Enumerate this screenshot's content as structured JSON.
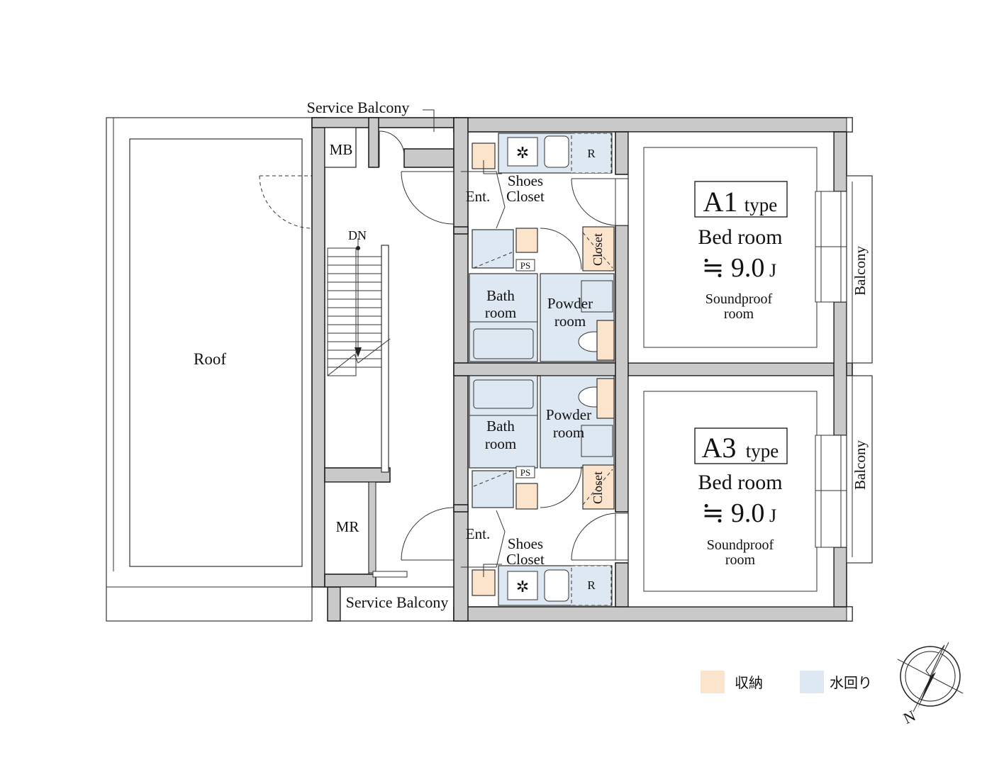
{
  "labels": {
    "service_balcony_top": "Service Balcony",
    "service_balcony_bottom": "Service Balcony",
    "mb": "MB",
    "mr": "MR",
    "dn": "DN",
    "roof": "Roof",
    "ent": "Ent.",
    "shoes": "Shoes",
    "closet_word": "Closet",
    "r": "R",
    "ps": "PS",
    "closet_vertical": "Closet",
    "bath1": "Bath",
    "bath2": "room",
    "powder1": "Powder",
    "powder2": "room",
    "bed_room": "Bed room",
    "area": "≒ 9.0",
    "area_unit": "J",
    "soundproof1": "Soundproof",
    "soundproof2": "room",
    "balcony": "Balcony"
  },
  "units": [
    {
      "type_code": "A1",
      "type_word": "type"
    },
    {
      "type_code": "A3",
      "type_word": "type"
    }
  ],
  "legend": [
    {
      "label": "収納",
      "color": "#fbe3cc"
    },
    {
      "label": "水回り",
      "color": "#dde8f2"
    }
  ],
  "compass": {
    "label": "N"
  }
}
